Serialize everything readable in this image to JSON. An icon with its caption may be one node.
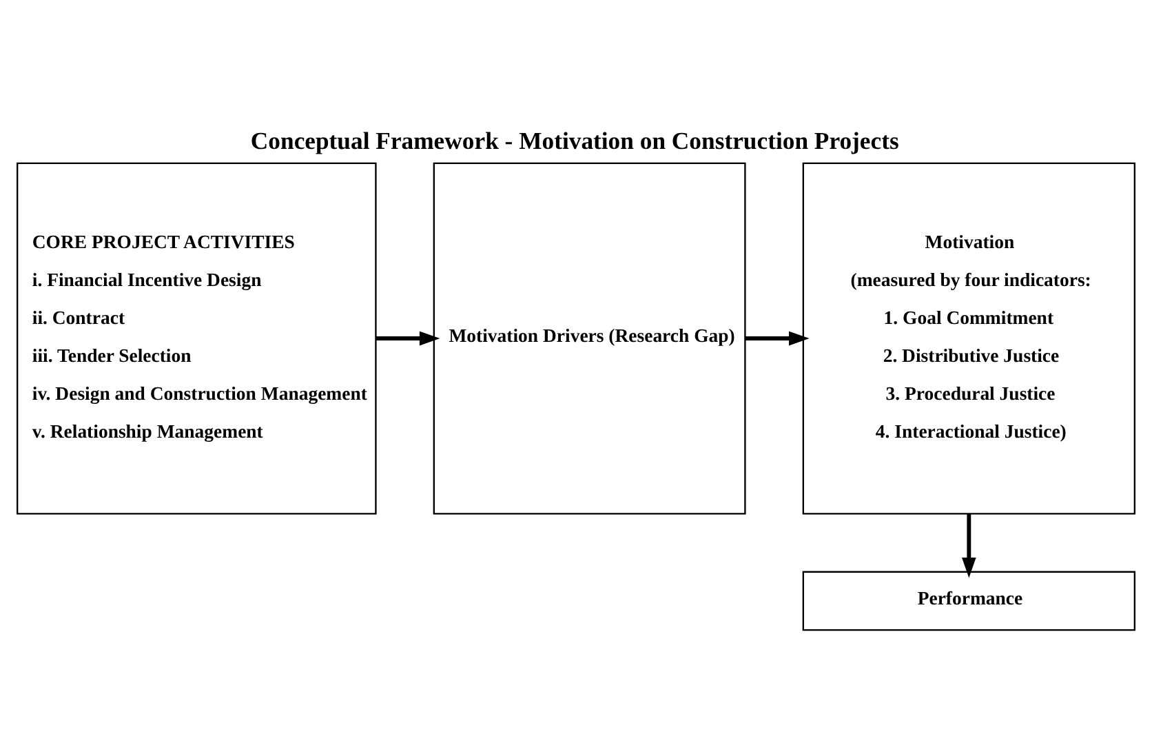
{
  "diagram": {
    "title": "Conceptual Framework - Motivation on Construction Projects",
    "nodes": [
      {
        "text": [
          "CORE PROJECT ACTIVITIES",
          "i. Financial Incentive Design",
          "ii. Contract",
          "iii. Tender Selection",
          "iv. Design and Construction Management",
          "v. Relationship Management"
        ]
      },
      {
        "text": [
          "Motivation Drivers (Research Gap)"
        ]
      },
      {
        "text": [
          "Motivation",
          "(measured by four indicators:",
          "1. Goal Commitment",
          "2. Distributive Justice",
          "3. Procedural Justice",
          "4. Interactional Justice)"
        ]
      },
      {
        "text": [
          "Performance"
        ]
      }
    ],
    "edges": [
      {
        "from": 0,
        "to": 1,
        "arrow": "to"
      },
      {
        "from": 1,
        "to": 2,
        "arrow": "to"
      },
      {
        "from": 2,
        "to": 3,
        "arrow": "to"
      }
    ]
  }
}
